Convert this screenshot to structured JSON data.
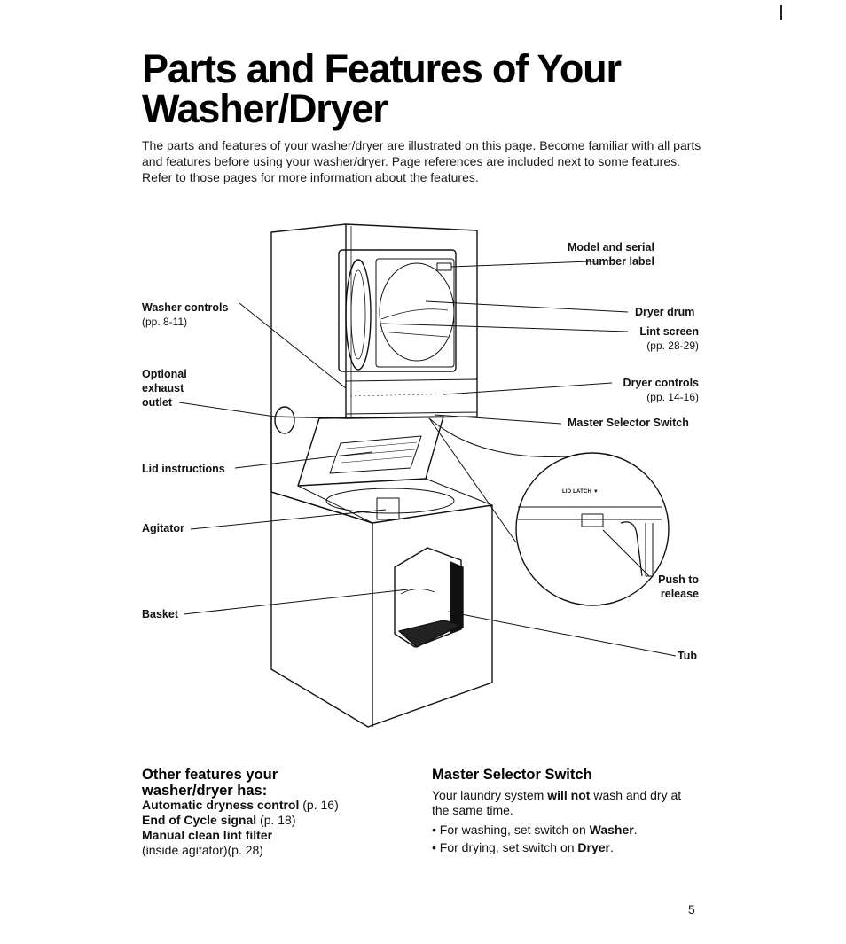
{
  "page": {
    "title_line1": "Parts and Features of Your",
    "title_line2": "Washer/Dryer",
    "intro": "The parts and features of your washer/dryer are illustrated on this page. Become familiar with all parts and features before using your washer/dryer. Page references are included next to some features. Refer to those pages for more information about the features.",
    "page_number": "5"
  },
  "labels": {
    "model_serial_line1": "Model and serial",
    "model_serial_line2": "number label",
    "washer_controls": "Washer controls",
    "washer_controls_pages": "(pp. 8-11)",
    "dryer_drum": "Dryer drum",
    "lint_screen": "Lint screen",
    "lint_screen_pages": "(pp. 28-29)",
    "optional_exhaust_line1": "Optional",
    "optional_exhaust_line2": "exhaust",
    "optional_exhaust_line3": "outlet",
    "dryer_controls": "Dryer controls",
    "dryer_controls_pages": "(pp. 14-16)",
    "master_selector_switch": "Master Selector Switch",
    "lid_instructions": "Lid instructions",
    "lid_latch": "LID LATCH ▼",
    "agitator": "Agitator",
    "push_to_release_line1": "Push to",
    "push_to_release_line2": "release",
    "basket": "Basket",
    "tub": "Tub"
  },
  "other_features": {
    "heading_line1": "Other features your",
    "heading_line2": "washer/dryer has:",
    "items": [
      {
        "name": "Automatic dryness control",
        "ref": " (p. 16)"
      },
      {
        "name": "End of Cycle signal",
        "ref": " (p. 18)"
      },
      {
        "name": "Manual clean lint filter",
        "ref": ""
      }
    ],
    "last_note": "(inside agitator)(p. 28)"
  },
  "master_selector": {
    "heading": "Master Selector Switch",
    "body_pre": "Your laundry system ",
    "body_bold": "will not",
    "body_post": " wash and dry at the same time.",
    "bullets": [
      {
        "pre": "For washing, set switch on ",
        "bold": "Washer",
        "post": "."
      },
      {
        "pre": "For drying, set switch on ",
        "bold": "Dryer",
        "post": "."
      }
    ]
  }
}
